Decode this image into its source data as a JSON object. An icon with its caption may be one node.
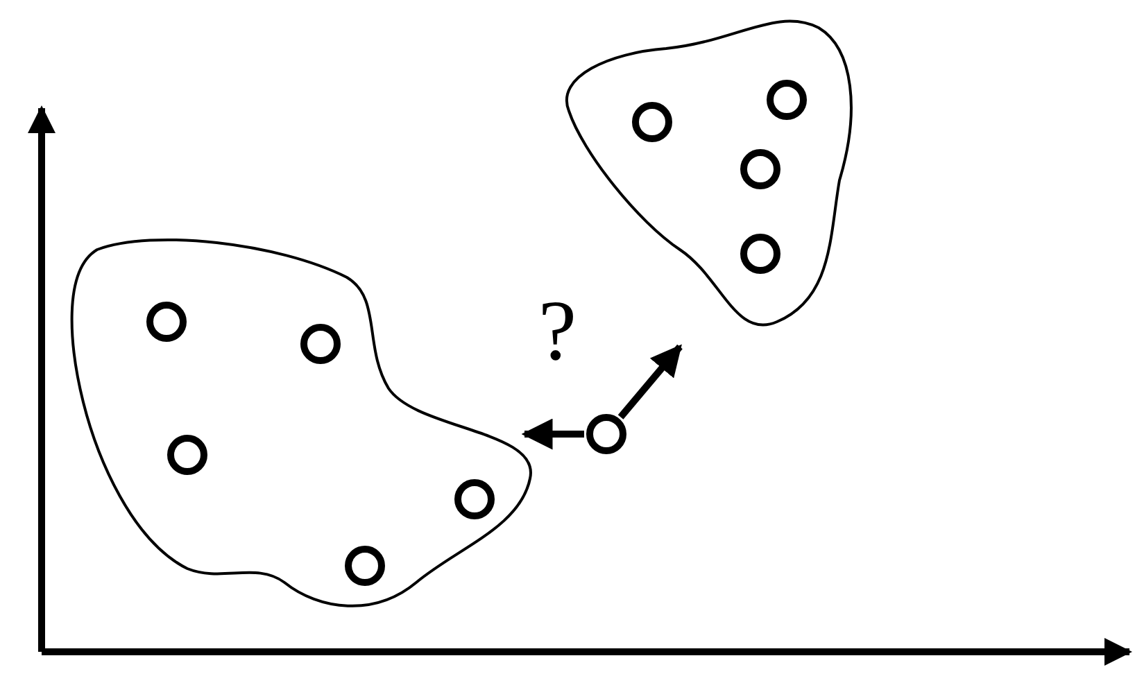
{
  "diagram": {
    "nodes": [
      {
        "text": [],
        "shape": "cloud"
      },
      {
        "text": [],
        "shape": "circle",
        "in": 0
      },
      {
        "text": [],
        "shape": "circle",
        "in": 0
      },
      {
        "text": [],
        "shape": "circle",
        "in": 0
      },
      {
        "text": [],
        "shape": "circle",
        "in": 0
      },
      {
        "text": [],
        "shape": "circle",
        "in": 0
      },
      {
        "text": [],
        "shape": "cloud"
      },
      {
        "text": [],
        "shape": "circle",
        "in": 6
      },
      {
        "text": [],
        "shape": "circle",
        "in": 6
      },
      {
        "text": [],
        "shape": "circle",
        "in": 6
      },
      {
        "text": [],
        "shape": "circle",
        "in": 6
      },
      {
        "text": [],
        "shape": "circle"
      }
    ],
    "edges": [
      {
        "from": 11,
        "to": 0,
        "arrow": "to"
      },
      {
        "from": 11,
        "to": 6,
        "arrow": "to"
      }
    ],
    "labels": [
      "?"
    ]
  }
}
